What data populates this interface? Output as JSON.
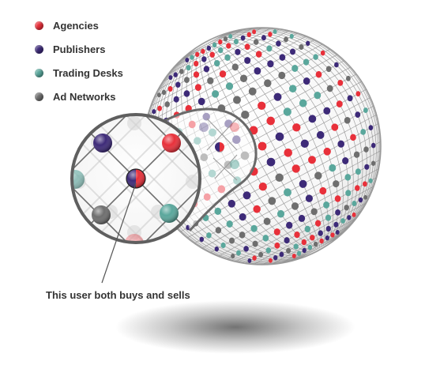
{
  "legend": [
    {
      "label": "Agencies",
      "color": "#e8303a",
      "icon": "red-node-icon"
    },
    {
      "label": "Publishers",
      "color": "#3d2a78",
      "icon": "purple-node-icon"
    },
    {
      "label": "Trading Desks",
      "color": "#5aa79c",
      "icon": "teal-node-icon"
    },
    {
      "label": "Ad Networks",
      "color": "#6e6e6e",
      "icon": "gray-node-icon"
    }
  ],
  "callout": {
    "text": "This user both buys and sells",
    "split_colors": [
      "#3d2a78",
      "#e8303a"
    ]
  }
}
